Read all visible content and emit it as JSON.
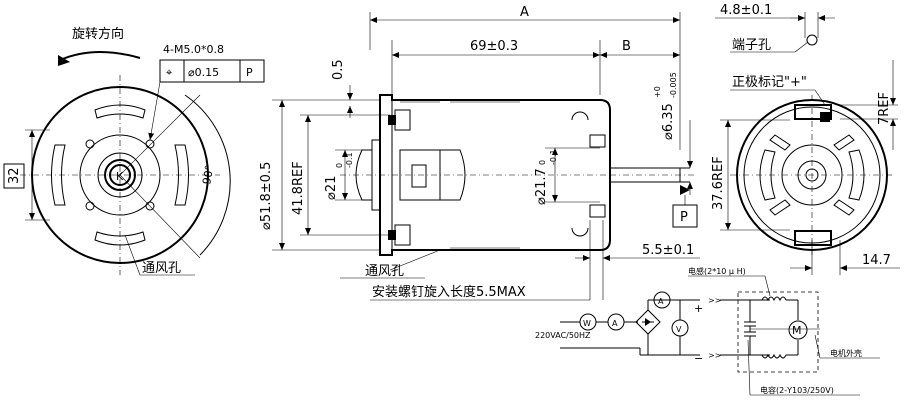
{
  "front_view": {
    "rotation_label": "旋转方向",
    "hole_spec": "4-M5.0*0.8",
    "tolerance_symbol": "⌖",
    "tolerance_value": "⌀0.15",
    "datum": "P",
    "dim_32": "32",
    "angle_90": "90°",
    "vent_label": "通风孔"
  },
  "side_view": {
    "dim_A": "A",
    "dim_69": "69±0.3",
    "dim_B": "B",
    "dim_05": "0.5",
    "dim_shaft": "⌀6.35",
    "dim_shaft_tol_upper": "+0",
    "dim_shaft_tol_lower": "-0.005",
    "dim_518": "⌀51.8±0.5",
    "dim_418": "41.8REF",
    "dim_21": "⌀21",
    "dim_21_tol_upper": "0",
    "dim_21_tol_lower": "-0.1",
    "dim_217": "⌀21.7",
    "dim_217_tol_upper": "0",
    "dim_217_tol_lower": "-0.1",
    "datum_P": "P",
    "dim_55": "5.5±0.1",
    "vent_label": "通风孔",
    "screw_note": "安装螺钉旋入长度5.5MAX"
  },
  "rear_view": {
    "dim_48": "4.8±0.1",
    "terminal_hole": "端子孔",
    "positive_mark": "正极标记\"+\"",
    "dim_7ref": "7REF",
    "dim_376": "37.6REF",
    "dim_147": "14.7"
  },
  "circuit": {
    "inductor_label": "电感(2*10 μ H)",
    "capacitor_label": "电容(2-Y103/250V)",
    "housing_label": "电机外壳",
    "supply_label": "220VAC/50HZ",
    "meter_W": "W",
    "meter_A1": "A",
    "meter_A2": "A",
    "meter_V": "V",
    "motor_M": "M",
    "plus": "+",
    "minus": "−"
  }
}
